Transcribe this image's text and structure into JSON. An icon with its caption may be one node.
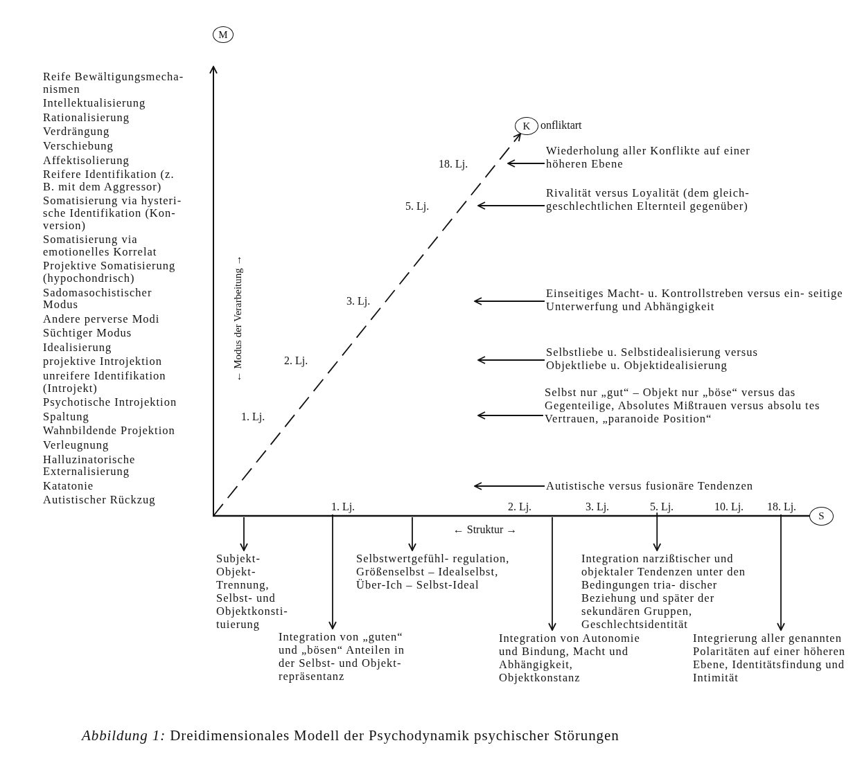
{
  "diagram": {
    "caption": "*Abbildung 1:* Dreidimensionales Modell der Psychodynamik psychischer Störungen",
    "nodes": [
      {
        "text": [
          "M"
        ]
      },
      {
        "text": [
          "K"
        ],
        "beside": [
          "onfliktart"
        ]
      },
      {
        "text": [
          "S"
        ]
      },
      {
        "text": [
          "Wiederholung aller Konflikte auf einer höheren Ebene"
        ]
      },
      {
        "text": [
          "Rivalität versus Loyalität (dem gleich- geschlechtlichen Elternteil gegenüber)"
        ]
      },
      {
        "text": [
          "Einseitiges Macht- u. Kontrollstreben versus ein- seitige Unterwerfung und Abhängigkeit"
        ]
      },
      {
        "text": [
          "Selbstliebe u. Selbstidealisierung versus Objektliebe u. Objektidealisierung"
        ]
      },
      {
        "text": [
          "Selbst nur „gut“ – Objekt nur „böse“ versus das Gegenteilige, Absolutes Mißtrauen versus absolu tes Vertrauen, „paranoide Position“"
        ]
      },
      {
        "text": [
          "Autistische versus fusionäre Tendenzen"
        ]
      },
      {
        "text": [
          "Subjekt- Objekt- Trennung, Selbst- und Objektkonsti- tuierung"
        ]
      },
      {
        "text": [
          "Integration von „guten“ und „bösen“ Anteilen in der Selbst- und Objekt- repräsentanz"
        ]
      },
      {
        "text": [
          "Selbstwertgefühl- regulation, Größenselbst – Idealselbst, Über-Ich – Selbst-Ideal"
        ]
      },
      {
        "text": [
          "Integration von Autonomie und Bindung, Macht und Abhängigkeit, Objektkonstanz"
        ]
      },
      {
        "text": [
          "Integration narzißtischer und objektaler Tendenzen unter den Bedingungen tria- discher Beziehung und später der sekundären Gruppen, Geschlechtsidentität"
        ]
      },
      {
        "text": [
          "Integrierung aller genannten Polaritäten auf einer höheren Ebene, Identitätsfindung und Intimität"
        ]
      },
      {
        "text": [
          "1. Lj."
        ]
      },
      {
        "text": [
          "18. Lj."
        ]
      },
      {
        "text": [
          "5. Lj."
        ]
      }
    ],
    "edges": [
      {
        "from": null,
        "to": 1,
        "arrow": "to",
        "style": "dashed"
      },
      {
        "from": 3,
        "to": null,
        "arrow": "to"
      },
      {
        "from": 4,
        "to": null,
        "arrow": "to"
      },
      {
        "from": 5,
        "to": null,
        "arrow": "to"
      },
      {
        "from": 6,
        "to": null,
        "arrow": "to"
      },
      {
        "from": 7,
        "to": null,
        "arrow": "to"
      },
      {
        "from": 8,
        "to": null,
        "arrow": "to"
      },
      {
        "from": null,
        "to": 9,
        "arrow": "to"
      },
      {
        "from": 15,
        "to": 10,
        "arrow": "to"
      },
      {
        "from": null,
        "to": 11,
        "arrow": "to"
      },
      {
        "from": null,
        "to": 12,
        "arrow": "to"
      },
      {
        "from": 17,
        "to": 13,
        "arrow": "to"
      },
      {
        "from": 16,
        "to": 14,
        "arrow": "to"
      }
    ],
    "labels": [
      "Reife Bewältigungsmecha- nismen",
      "Intellektualisierung",
      "Rationalisierung",
      "Verdrängung",
      "Verschiebung",
      "Affektisolierung",
      "Reifere Identifikation (z. B. mit dem Aggressor)",
      "Somatisierung via hysteri- sche Identifikation (Kon- version)",
      "Somatisierung via emotionelles Korrelat",
      "Projektive Somatisierung (hypochondrisch)",
      "Sadomasochistischer Modus",
      "Andere perverse Modi",
      "Süchtiger Modus",
      "Idealisierung",
      "projektive Introjektion",
      "unreifere Identifikation (Introjekt)",
      "Psychotische Introjektion",
      "Spaltung",
      "Wahnbildende Projektion",
      "Verleugnung",
      "Halluzinatorische Externalisierung",
      "Katatonie",
      "Autistischer Rückzug",
      "← Modus der Verarbeitung →",
      "18. Lj.",
      "5. Lj.",
      "3. Lj.",
      "2. Lj.",
      "1. Lj.",
      "2. Lj.",
      "3. Lj.",
      "10. Lj.",
      "← Struktur →"
    ]
  }
}
